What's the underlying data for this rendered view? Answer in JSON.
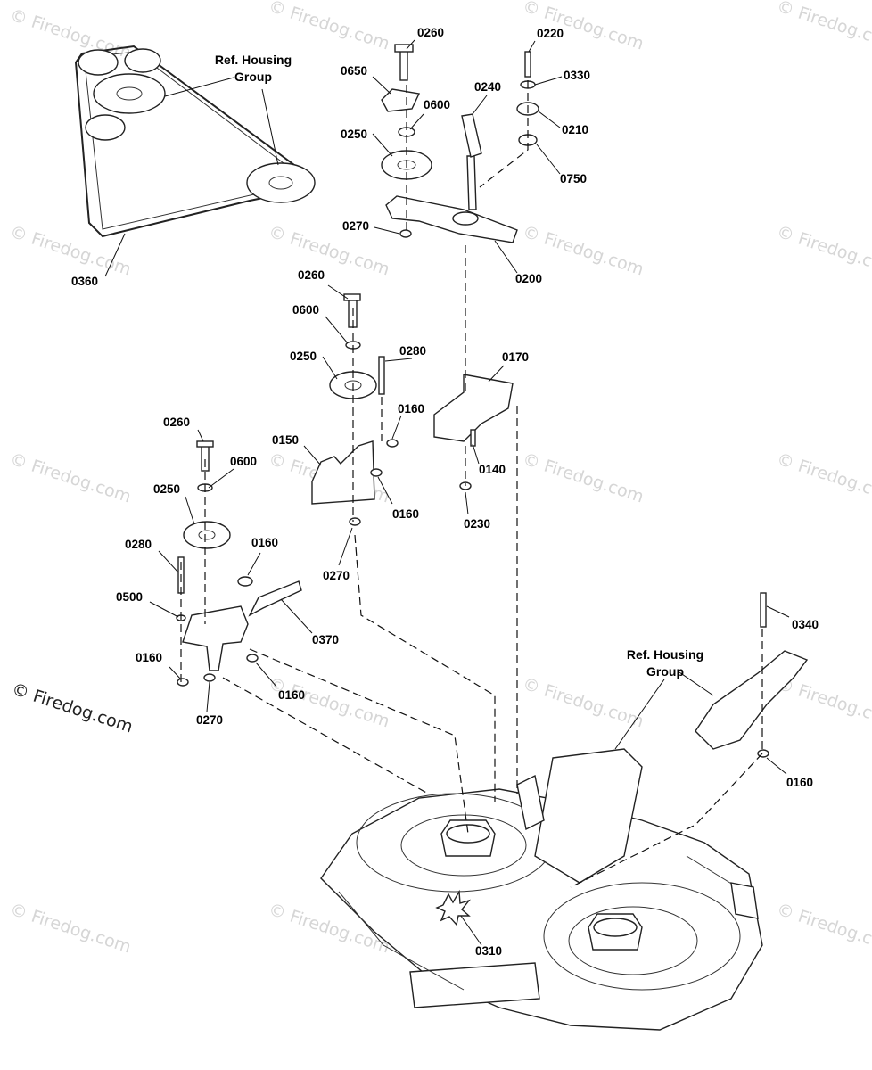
{
  "watermarks": {
    "faint": "© Firedog.com",
    "corner": "© Firedog.com"
  },
  "callouts": {
    "c0260a": "0260",
    "c0650": "0650",
    "c0600a": "0600",
    "c0250a": "0250",
    "c0270a": "0270",
    "c0240": "0240",
    "c0220": "0220",
    "c0330": "0330",
    "c0210": "0210",
    "c0750": "0750",
    "c0200": "0200",
    "c0360": "0360",
    "c0260b": "0260",
    "c0600b": "0600",
    "c0250b": "0250",
    "c0280a": "0280",
    "c0170": "0170",
    "c0160a": "0160",
    "c0150": "0150",
    "c0140": "0140",
    "c0160b": "0160",
    "c0230": "0230",
    "c0270b": "0270",
    "c0260c": "0260",
    "c0600c": "0600",
    "c0250c": "0250",
    "c0280b": "0280",
    "c0160c": "0160",
    "c0500": "0500",
    "c0370": "0370",
    "c0160d": "0160",
    "c0160e": "0160",
    "c0270c": "0270",
    "c0340": "0340",
    "c0160f": "0160",
    "c0310": "0310"
  },
  "references": {
    "top_line1": "Ref. Housing",
    "top_line2": "Group",
    "right_line1": "Ref. Housing",
    "right_line2": "Group"
  }
}
